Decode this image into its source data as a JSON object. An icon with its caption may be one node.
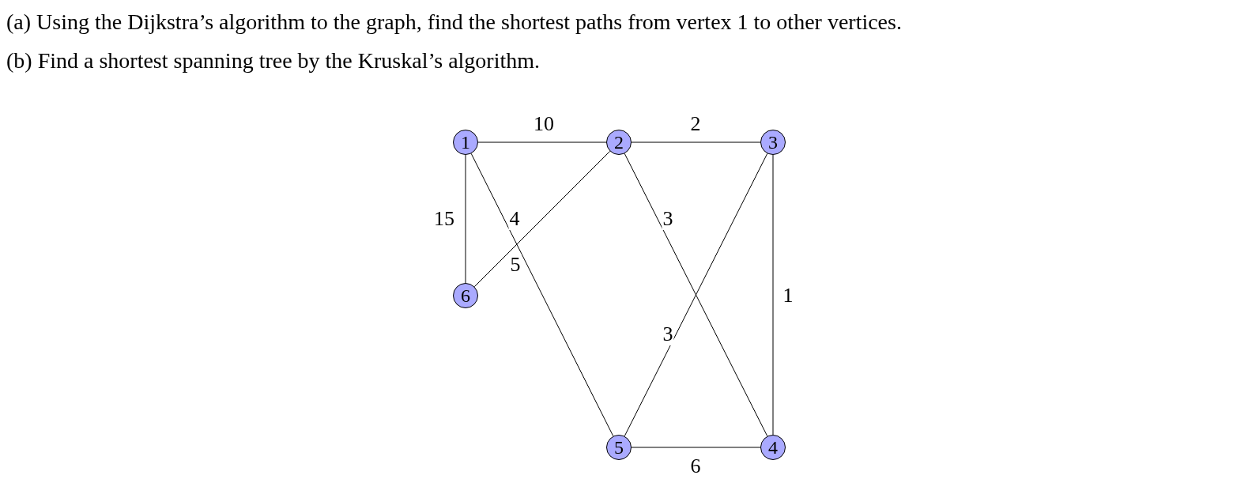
{
  "diagram": {
    "nodes": [
      {
        "text": [
          "1"
        ]
      },
      {
        "text": [
          "2"
        ]
      },
      {
        "text": [
          "3"
        ]
      },
      {
        "text": [
          "6"
        ]
      },
      {
        "text": [
          "5"
        ]
      },
      {
        "text": [
          "4"
        ]
      }
    ],
    "edges": [
      {
        "from": 0,
        "to": 1,
        "arrow": "none",
        "label": "10"
      },
      {
        "from": 1,
        "to": 2,
        "arrow": "none",
        "label": "2"
      },
      {
        "from": 0,
        "to": 3,
        "arrow": "none",
        "label": "15"
      },
      {
        "from": 0,
        "to": 4,
        "arrow": "none",
        "label": "4"
      },
      {
        "from": 1,
        "to": 3,
        "arrow": "none",
        "label": "5"
      },
      {
        "from": 1,
        "to": 5,
        "arrow": "none",
        "label": "3"
      },
      {
        "from": 2,
        "to": 4,
        "arrow": "none",
        "label": "3"
      },
      {
        "from": 2,
        "to": 5,
        "arrow": "none",
        "label": "1"
      },
      {
        "from": 4,
        "to": 5,
        "arrow": "none",
        "label": "6"
      }
    ],
    "labels": [
      "(a) Using the Dijkstra’s algorithm to the graph, find the shortest paths from vertex 1 to other vertices.",
      "(b) Find a shortest spanning tree by the Kruskal’s algorithm."
    ]
  }
}
